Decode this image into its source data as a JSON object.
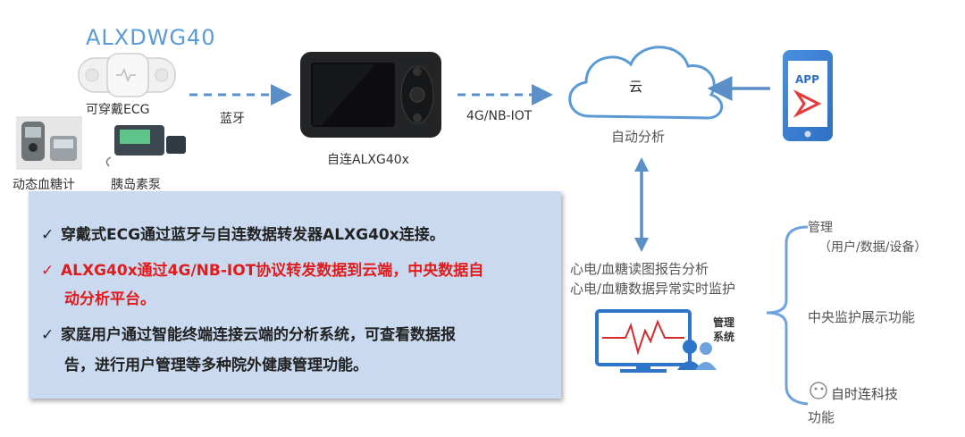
{
  "top_title": "ALXDWG40",
  "devices": {
    "wearable_ecg": "可穿戴ECG",
    "glucose_meter": "动态血糖计",
    "insulin_pump": "胰岛素泵",
    "forwarder": "自连ALXG40x"
  },
  "links": {
    "bluetooth": "蓝牙",
    "network": "4G/NB-IOT"
  },
  "cloud": {
    "label": "云",
    "caption": "自动分析"
  },
  "phone": {
    "app_label": "APP"
  },
  "analysis": {
    "line1": "心电/血糖读图报告分析",
    "line2": "心电/血糖数据异常实时监护"
  },
  "management": {
    "system_line1": "管理",
    "system_line2": "系统",
    "right_title": "管理",
    "right_sub": "（用户/数据/设备）",
    "center_monitor": "中央监护展示功能",
    "bottom_fragment": "功能",
    "watermark": "自时连科技"
  },
  "textbox": {
    "item1": "穿戴式ECG通过蓝牙与自连数据转发器ALXG40x连接。",
    "item2_a": "ALXG40x通过4G/NB-IOT协议转发数据到云端，中央数据自",
    "item2_b": "动分析平台。",
    "item3_a": "家庭用户通过智能终端连接云端的分析系统，可查看数据报",
    "item3_b": "告，进行用户管理等多种院外健康管理功能。",
    "check": "✓"
  },
  "colors": {
    "accent_blue": "#5b9bd5",
    "box_bg": "#c9daf0",
    "highlight_red": "#e11b1b"
  }
}
